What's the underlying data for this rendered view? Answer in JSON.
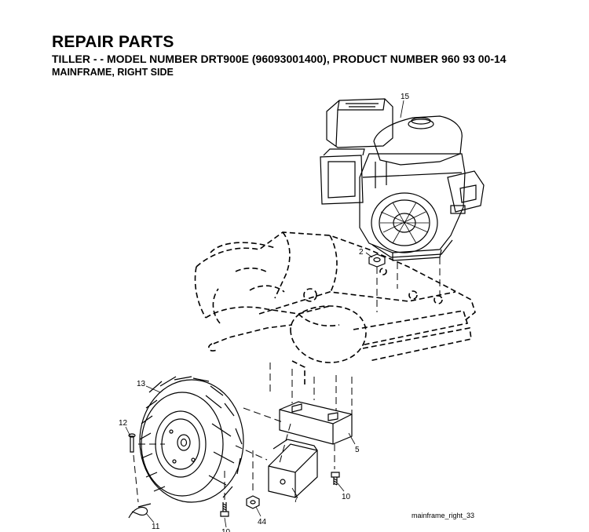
{
  "header": {
    "title": "REPAIR PARTS",
    "subtitle": "TILLER - - MODEL NUMBER DRT900E (96093001400), PRODUCT NUMBER 960 93 00-14",
    "section": "MAINFRAME, RIGHT SIDE"
  },
  "callouts": {
    "c15": "15",
    "c2": "2",
    "c13": "13",
    "c12": "12",
    "c5": "5",
    "c10a": "10",
    "c7": "7",
    "c44": "44",
    "c10b": "10",
    "c11": "11"
  },
  "figure_ref": "mainframe_right_33"
}
